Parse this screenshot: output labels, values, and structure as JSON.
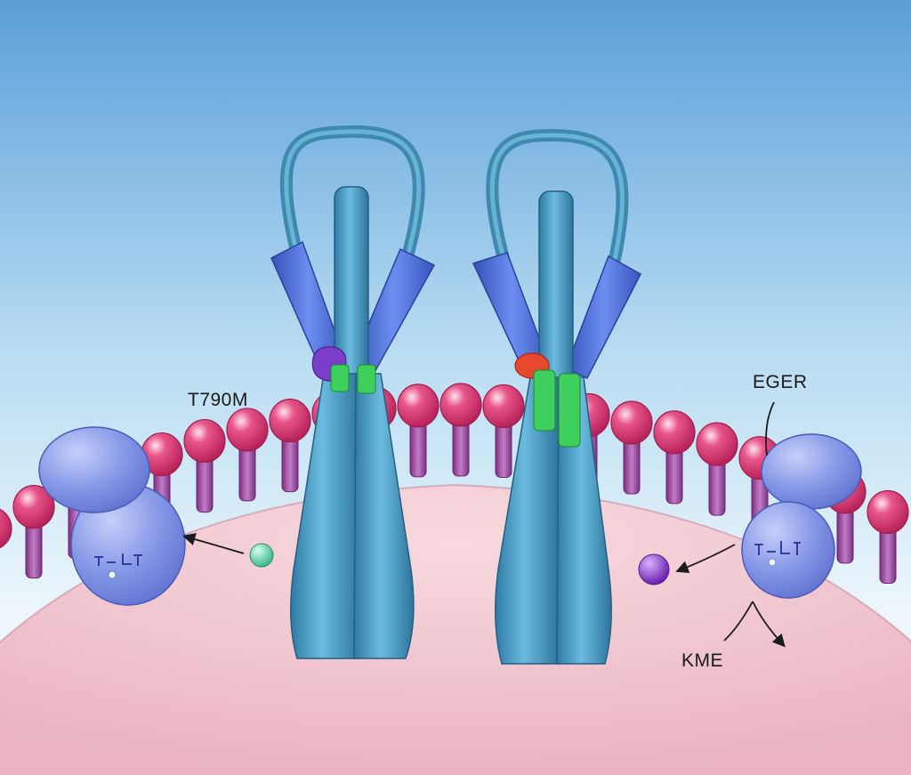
{
  "labels": {
    "mutation": "T790M",
    "receptor": "EGER",
    "kinase": "KME"
  },
  "colors": {
    "background_top": "#5b9fd8",
    "background_bottom": "#eef7fc",
    "cytoplasm": "#f2c6cf",
    "lipid_head": "#d93a6e",
    "lipid_tail": "#a04a9c",
    "receptor_body": "#4a9fc4",
    "receptor_wing": "#4a6fd4",
    "mutation_site_green": "#34c455",
    "ligand_purple": "#8a3fc8",
    "ligand_red": "#e8492c",
    "kinase_blob": "#7c8fe0",
    "small_molecule_teal": "#5ed0a8"
  },
  "icons": [
    "receptor-dimer",
    "kinase-protein",
    "ligand-molecule",
    "arrow"
  ]
}
